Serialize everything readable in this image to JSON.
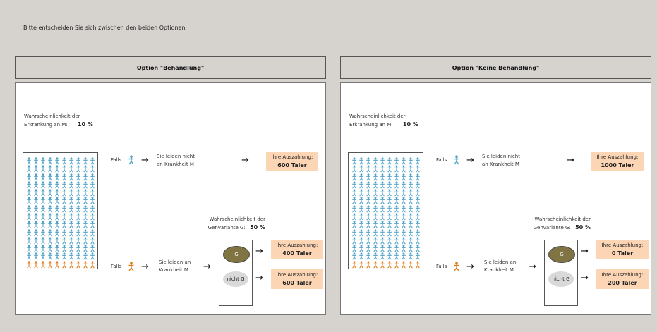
{
  "instruction": "Bitte entscheiden Sie sich zwischen den beiden Optionen.",
  "colors": {
    "healthy": "#4ea1c7",
    "sick": "#e07b18",
    "payout_bg": "#fcd5b4",
    "gene_g": "#7f7442"
  },
  "options": [
    {
      "header": "Option \"Behandlung\"",
      "prob_label_1": "Wahrscheinlichkeit der",
      "prob_label_2": "Erkrankung an M:",
      "prob_value": "10 %",
      "falls": "Falls",
      "healthy_text_1": "Sie leiden ",
      "healthy_text_not": "nicht",
      "healthy_text_2": "an Krankheit M",
      "payout_label": "Ihre Auszahlung:",
      "payout_healthy": "600 Taler",
      "gene_label_1": "Wahrscheinlichkeit der",
      "gene_label_2": "Genvariante G:",
      "gene_value": "50 %",
      "sick_text_1": "Sie leiden an",
      "sick_text_2": "Krankheit M",
      "gene_g": "G",
      "gene_not_g": "nicht G",
      "payout_g": "400 Taler",
      "payout_not_g": "600 Taler"
    },
    {
      "header": "Option \"Keine Behandlung\"",
      "prob_label_1": "Wahrscheinlichkeit der",
      "prob_label_2": "Erkrankung an M:",
      "prob_value": "10 %",
      "falls": "Falls",
      "healthy_text_1": "Sie leiden ",
      "healthy_text_not": "nicht",
      "healthy_text_2": "an Krankheit M",
      "payout_label": "Ihre Auszahlung:",
      "payout_healthy": "1000 Taler",
      "gene_label_1": "Wahrscheinlichkeit der",
      "gene_label_2": "Genvariante G:",
      "gene_value": "50 %",
      "sick_text_1": "Sie leiden an",
      "sick_text_2": "Krankheit M",
      "gene_g": "G",
      "gene_not_g": "nicht G",
      "payout_g": "0 Taler",
      "payout_not_g": "200 Taler"
    }
  ]
}
